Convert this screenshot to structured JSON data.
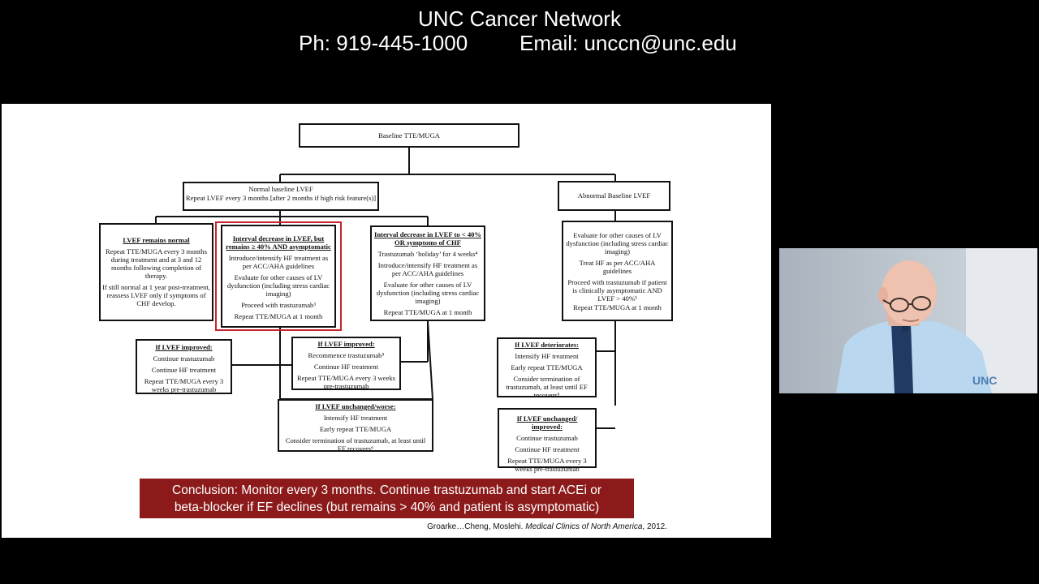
{
  "header": {
    "title": "UNC Cancer Network",
    "phone": "Ph: 919-445-1000",
    "email": "Email: unccn@unc.edu"
  },
  "diagram": {
    "baseline": "Baseline TTE/MUGA",
    "normal": {
      "title": "Normal baseline LVEF",
      "line": "Repeat LVEF every 3 months  [after 2 months if high risk feature(s)]"
    },
    "abnormal": {
      "title": "Abnormal Baseline LVEF",
      "lines": [
        "Evaluate for other causes of LV dysfunction (including stress cardiac imaging)",
        "Treat HF as per ACC/AHA guidelines",
        "Proceed with trastuzumab if patient is clinically asymptomatic AND LVEF > 40%³",
        "Repeat TTE/MUGA at 1 month"
      ]
    },
    "remains_normal": {
      "head": "LVEF remains normal",
      "lines": [
        "Repeat TTE/MUGA every 3 months during treatment  and at 3 and 12 months following completion of therapy.",
        "If still normal at 1 year  post-treatment, reassess LVEF only if symptoms of CHF develop."
      ]
    },
    "interval_40": {
      "head": "Interval decrease in LVEF, but remains ≥ 40% AND asymptomatic",
      "lines": [
        "Introduce/intensify HF treatment as per ACC/AHA guidelines",
        "Evaluate for other causes of LV dysfunction (including stress cardiac imaging)",
        "Proceed with trastuzumab³",
        "Repeat TTE/MUGA at 1 month"
      ]
    },
    "interval_lt40": {
      "head": "Interval decrease in LVEF to < 40% OR symptoms of CHF",
      "lines": [
        "Trastuzumab ‘holiday’ for 4 weeks⁴",
        "Introduce/intensify HF treatment as per ACC/AHA guidelines",
        "Evaluate for other causes of LV dysfunction (including stress cardiac imaging)",
        "Repeat TTE/MUGA at 1 month"
      ]
    },
    "improved_left": {
      "head": "If LVEF improved:",
      "lines": [
        "Continue trastuzumab",
        "Continue HF treatment",
        "Repeat TTE/MUGA every 3 weeks pre-trastuzumab"
      ]
    },
    "improved_mid": {
      "head": "If LVEF improved:",
      "lines": [
        "Recommence trastuzumab⁵",
        "Continue HF treatment",
        "Repeat TTE/MUGA  every 3 weeks pre-trastuzumab"
      ]
    },
    "unchanged_mid": {
      "head": "If LVEF unchanged/worse:",
      "lines": [
        "Intensify HF treatment",
        "Early repeat TTE/MUGA",
        "Consider termination of trastuzumab, at least until EF recovers⁶"
      ]
    },
    "deteriorates": {
      "head": "If LVEF deteriorates:",
      "lines": [
        "Intensify HF treatment",
        "Early repeat TTE/MUGA",
        "Consider termination of trastuzumab, at least until EF recovers⁶"
      ]
    },
    "unchanged_right": {
      "head": "If LVEF unchanged/ improved:",
      "lines": [
        "Continue trastuzumab",
        "Continue HF treatment",
        "Repeat TTE/MUGA  every 3 weeks pre-trastuzumab"
      ]
    }
  },
  "conclusion": {
    "line1": "Conclusion: Monitor every 3 months. Continue trastuzumab and start ACEi or",
    "line2": "beta-blocker if EF declines (but remains > 40% and patient is asymptomatic)"
  },
  "citation": {
    "authors": "Groarke…Cheng, Moslehi.",
    "journal": "Medical Clinics of North America",
    "year": ", 2012."
  },
  "video": {
    "logo_text": "UNC"
  },
  "colors": {
    "highlight_frame": "#c8242b",
    "conclusion_bg": "#8c1a1a",
    "background": "#000000"
  }
}
